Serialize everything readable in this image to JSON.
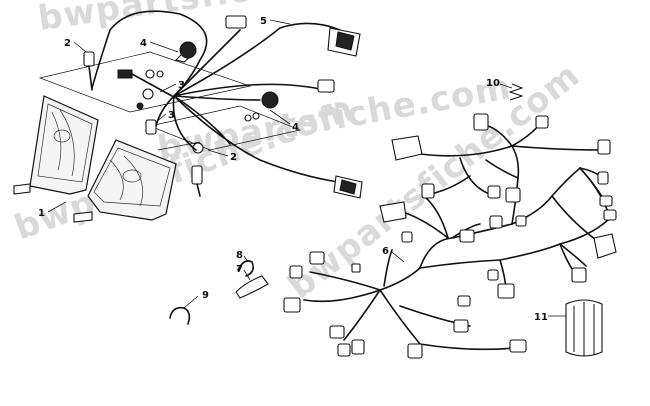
{
  "watermark": {
    "text_top": "bwpartsfiche.com",
    "text_mid": "bwpartsfiche.com",
    "text_diag": "bwpartsfiche.com",
    "text_bottom": "bwpartsfiche.com"
  },
  "callouts": [
    {
      "id": "c1",
      "label": "1"
    },
    {
      "id": "c2a",
      "label": "2"
    },
    {
      "id": "c2b",
      "label": "2"
    },
    {
      "id": "c3a",
      "label": "3"
    },
    {
      "id": "c3b",
      "label": "3"
    },
    {
      "id": "c4a",
      "label": "4"
    },
    {
      "id": "c4b",
      "label": "4"
    },
    {
      "id": "c5",
      "label": "5"
    },
    {
      "id": "c6",
      "label": "6"
    },
    {
      "id": "c7",
      "label": "7"
    },
    {
      "id": "c8",
      "label": "8"
    },
    {
      "id": "c9",
      "label": "9"
    },
    {
      "id": "c10",
      "label": "10"
    },
    {
      "id": "c11",
      "label": "11"
    }
  ]
}
